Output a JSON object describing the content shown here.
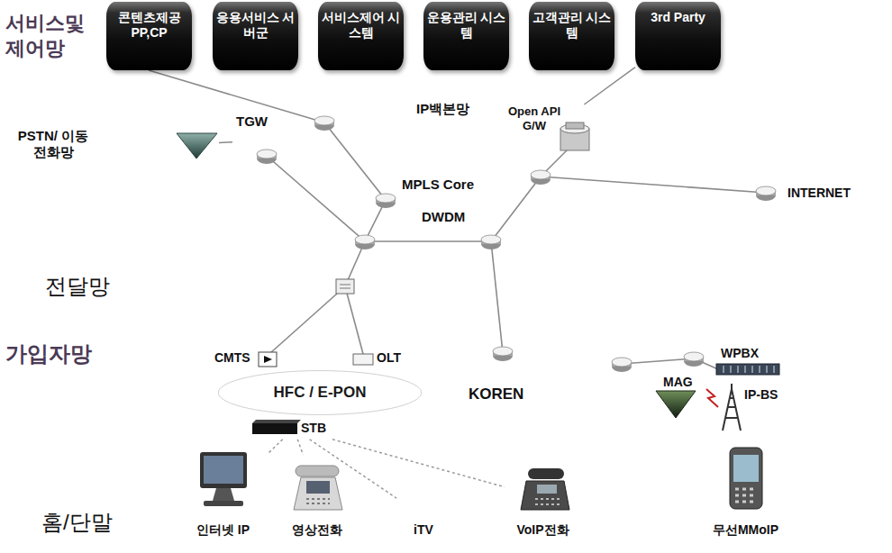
{
  "diagram": {
    "nodes": [
      {
        "text": [
          "서비스및 제어망"
        ]
      },
      {
        "text": [
          "콘텐츠제공 PP,CP"
        ],
        "in": 0
      },
      {
        "text": [
          "응용서비스 서버군"
        ],
        "in": 0
      },
      {
        "text": [
          "서비스제어 시스템"
        ],
        "in": 0
      },
      {
        "text": [
          "운용관리 시스템"
        ],
        "in": 0
      },
      {
        "text": [
          "고객관리 시스템"
        ],
        "in": 0
      },
      {
        "text": [
          "3rd Party"
        ],
        "in": 0
      },
      {
        "text": [
          "PSTN/ 이동전화망"
        ]
      },
      {
        "text": [
          "TGW"
        ]
      },
      {
        "text": [
          "Open API G/W"
        ]
      },
      {
        "text": [
          "가입자망"
        ]
      },
      {
        "text": [
          "CMTS"
        ],
        "in": 10
      },
      {
        "text": [
          "OLT"
        ],
        "in": 10
      },
      {
        "text": [
          "HFC / E-PON"
        ],
        "in": 10
      },
      {
        "text": [
          "WPBX"
        ],
        "in": 10
      },
      {
        "text": [
          "MAG"
        ],
        "in": 10
      },
      {
        "text": [
          "IP-BS"
        ],
        "in": 10
      },
      {
        "text": [
          "STB"
        ],
        "in": 10
      },
      {
        "text": [
          "인터넷 IP"
        ]
      },
      {
        "text": [
          "영상전화"
        ]
      },
      {
        "text": [
          "iTV"
        ]
      },
      {
        "text": [
          "VoIP전화"
        ]
      },
      {
        "text": [
          "무선MMoIP"
        ]
      }
    ],
    "edges": [
      {
        "from": 6,
        "to": 9,
        "arrow": "none"
      },
      {
        "from": 7,
        "to": 8,
        "arrow": "none"
      },
      {
        "from": 17,
        "to": 18,
        "arrow": "none"
      },
      {
        "from": 17,
        "to": 19,
        "arrow": "none"
      },
      {
        "from": 17,
        "to": 20,
        "arrow": "none"
      },
      {
        "from": 17,
        "to": 21,
        "arrow": "none"
      }
    ],
    "labels": [
      "IP백본망",
      "MPLS Core",
      "DWDM",
      "INTERNET",
      "전달망",
      "KOREN",
      "홈/단말"
    ]
  }
}
